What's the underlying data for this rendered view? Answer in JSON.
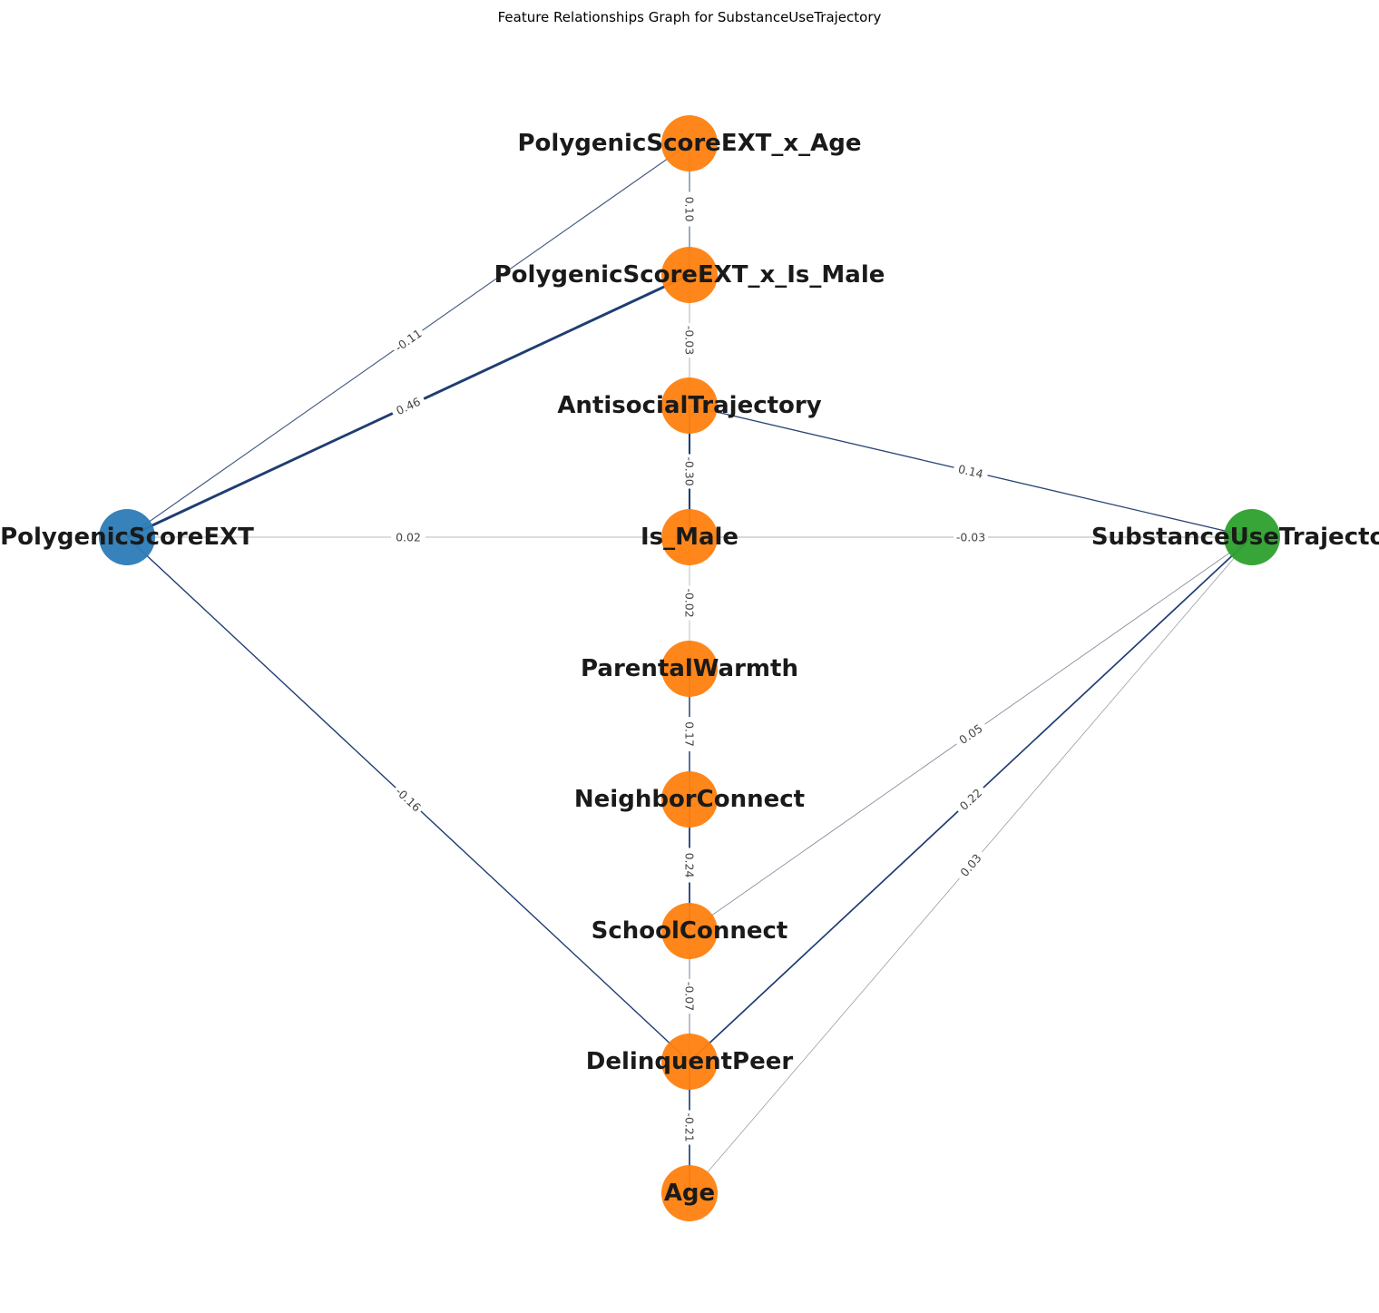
{
  "title": "Feature Relationships Graph for SubstanceUseTrajectory",
  "colors": {
    "source_node": "#2c7bb6",
    "feature_node": "#ff7f0e",
    "target_node": "#2ca02c",
    "edge_strong": "#1f3d73",
    "edge_weak": "#b0b0b0"
  },
  "nodes": [
    {
      "id": "PolygenicScoreEXT",
      "label": "PolygenicScoreEXT",
      "role": "source"
    },
    {
      "id": "PolygenicScoreEXT_x_Age",
      "label": "PolygenicScoreEXT_x_Age",
      "role": "feature"
    },
    {
      "id": "PolygenicScoreEXT_x_Is_Male",
      "label": "PolygenicScoreEXT_x_Is_Male",
      "role": "feature"
    },
    {
      "id": "AntisocialTrajectory",
      "label": "AntisocialTrajectory",
      "role": "feature"
    },
    {
      "id": "Is_Male",
      "label": "Is_Male",
      "role": "feature"
    },
    {
      "id": "ParentalWarmth",
      "label": "ParentalWarmth",
      "role": "feature"
    },
    {
      "id": "NeighborConnect",
      "label": "NeighborConnect",
      "role": "feature"
    },
    {
      "id": "SchoolConnect",
      "label": "SchoolConnect",
      "role": "feature"
    },
    {
      "id": "DelinquentPeer",
      "label": "DelinquentPeer",
      "role": "feature"
    },
    {
      "id": "Age",
      "label": "Age",
      "role": "feature"
    },
    {
      "id": "SubstanceUseTrajectory",
      "label": "SubstanceUseTrajectory",
      "role": "target"
    }
  ],
  "edges": [
    {
      "from": "PolygenicScoreEXT",
      "to": "PolygenicScoreEXT_x_Age",
      "weight": -0.11,
      "label": "-0.11"
    },
    {
      "from": "PolygenicScoreEXT",
      "to": "PolygenicScoreEXT_x_Is_Male",
      "weight": 0.46,
      "label": "0.46"
    },
    {
      "from": "PolygenicScoreEXT",
      "to": "Is_Male",
      "weight": 0.02,
      "label": "0.02"
    },
    {
      "from": "PolygenicScoreEXT",
      "to": "DelinquentPeer",
      "weight": -0.16,
      "label": "-0.16"
    },
    {
      "from": "PolygenicScoreEXT_x_Age",
      "to": "PolygenicScoreEXT_x_Is_Male",
      "weight": 0.1,
      "label": "0.10"
    },
    {
      "from": "PolygenicScoreEXT_x_Is_Male",
      "to": "AntisocialTrajectory",
      "weight": -0.03,
      "label": "-0.03"
    },
    {
      "from": "AntisocialTrajectory",
      "to": "Is_Male",
      "weight": -0.3,
      "label": "-0.30"
    },
    {
      "from": "AntisocialTrajectory",
      "to": "SubstanceUseTrajectory",
      "weight": 0.14,
      "label": "0.14"
    },
    {
      "from": "Is_Male",
      "to": "SubstanceUseTrajectory",
      "weight": -0.03,
      "label": "-0.03"
    },
    {
      "from": "Is_Male",
      "to": "ParentalWarmth",
      "weight": -0.02,
      "label": "-0.02"
    },
    {
      "from": "ParentalWarmth",
      "to": "NeighborConnect",
      "weight": 0.17,
      "label": "0.17"
    },
    {
      "from": "NeighborConnect",
      "to": "SchoolConnect",
      "weight": 0.24,
      "label": "0.24"
    },
    {
      "from": "SchoolConnect",
      "to": "SubstanceUseTrajectory",
      "weight": 0.05,
      "label": "0.05"
    },
    {
      "from": "SchoolConnect",
      "to": "DelinquentPeer",
      "weight": -0.07,
      "label": "-0.07"
    },
    {
      "from": "DelinquentPeer",
      "to": "SubstanceUseTrajectory",
      "weight": 0.22,
      "label": "0.22"
    },
    {
      "from": "DelinquentPeer",
      "to": "Age",
      "weight": -0.21,
      "label": "-0.21"
    },
    {
      "from": "Age",
      "to": "SubstanceUseTrajectory",
      "weight": 0.03,
      "label": "0.03"
    }
  ]
}
